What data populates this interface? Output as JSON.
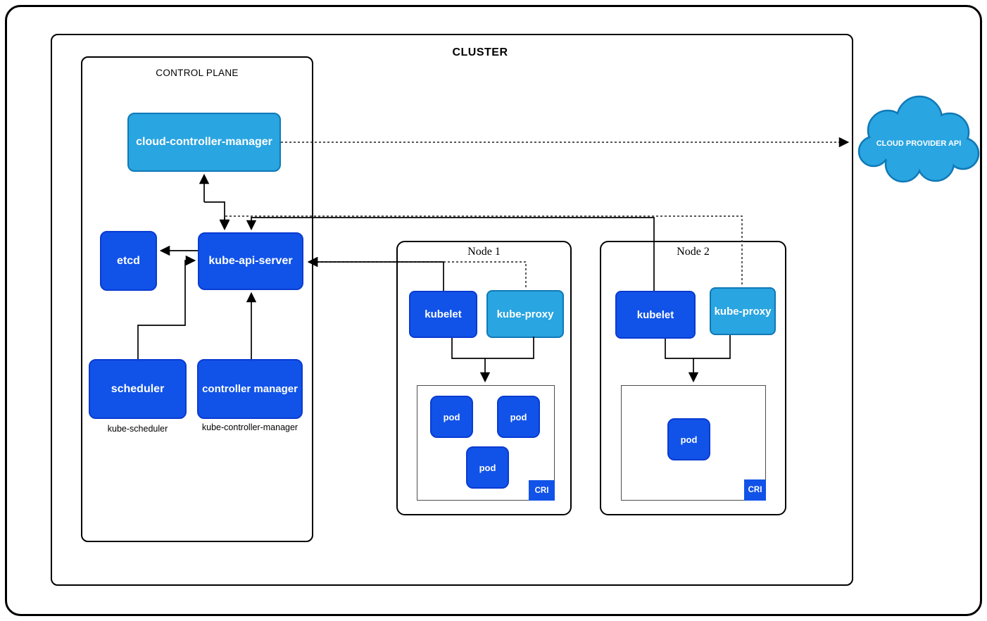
{
  "diagram_title": "CLUSTER",
  "control_plane": {
    "title": "CONTROL PLANE",
    "cloud_controller_manager": "cloud-controller-manager",
    "etcd": "etcd",
    "kube_api_server": "kube-api-server",
    "scheduler": "scheduler",
    "controller_manager": "controller manager",
    "scheduler_caption": "kube-scheduler",
    "controller_manager_caption": "kube-controller-manager"
  },
  "nodes": [
    {
      "title": "Node 1",
      "kubelet": "kubelet",
      "kube_proxy": "kube-proxy",
      "cri_label": "CRI",
      "pods": [
        "pod",
        "pod",
        "pod"
      ]
    },
    {
      "title": "Node 2",
      "kubelet": "kubelet",
      "kube_proxy": "kube-proxy",
      "cri_label": "CRI",
      "pods": [
        "pod"
      ]
    }
  ],
  "cloud_provider_api": "CLOUD PROVIDER API",
  "colors": {
    "component_blue": "#1153E8",
    "component_blue_border": "#0A3BD1",
    "accent_light_blue": "#29A5E1",
    "accent_light_blue_border": "#1079B6",
    "connector_solid": "#000000",
    "connector_dashed": "#3f3f3f"
  }
}
